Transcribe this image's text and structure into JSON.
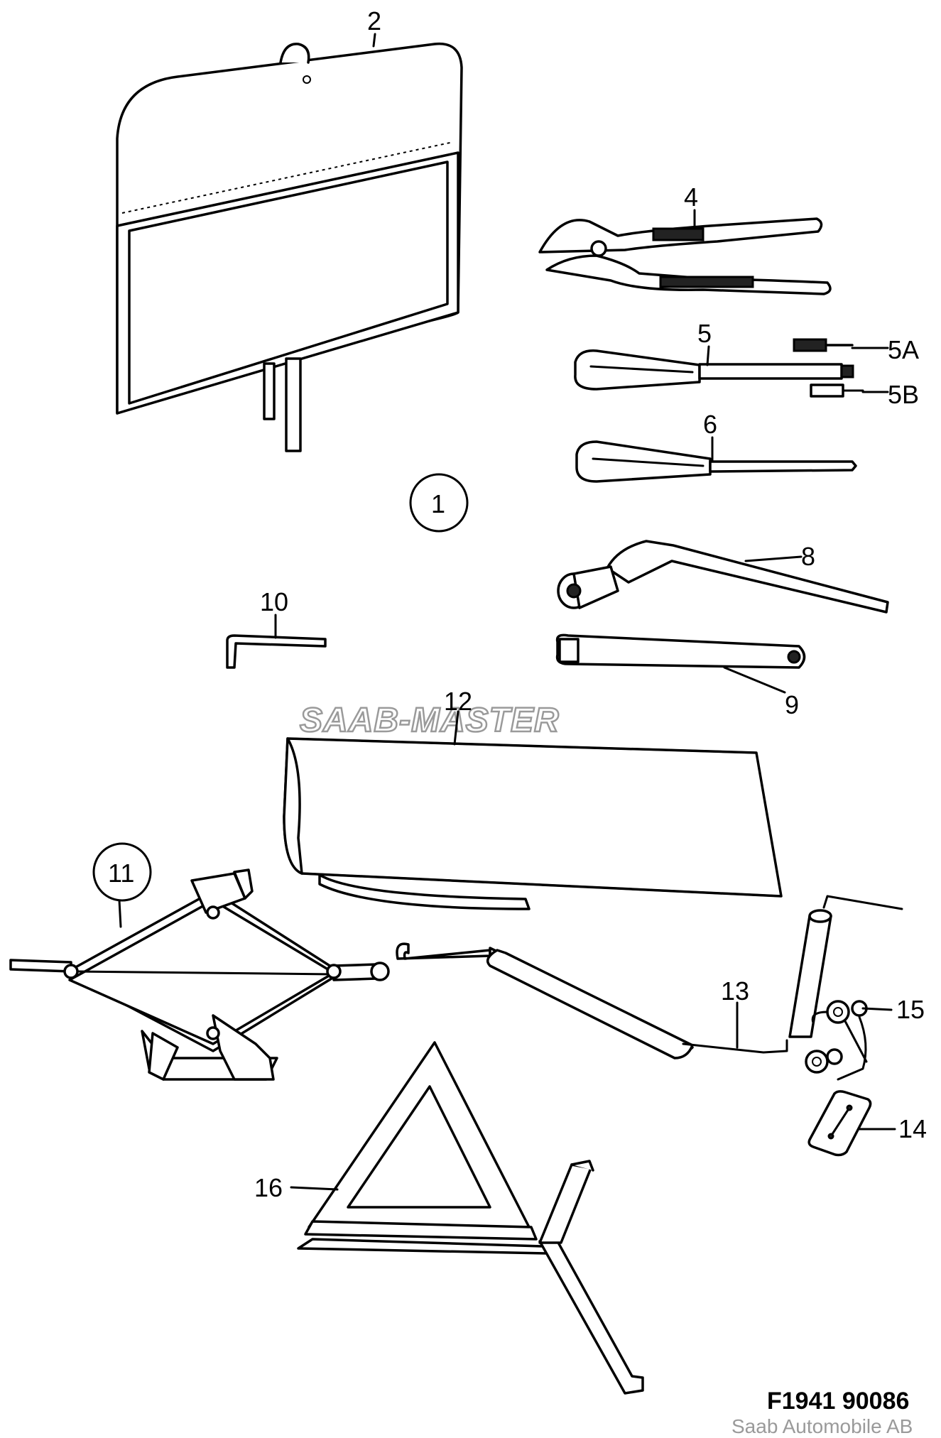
{
  "labels": {
    "l1": "1",
    "l2": "2",
    "l4": "4",
    "l5": "5",
    "l5a": "5A",
    "l5b": "5B",
    "l6": "6",
    "l8": "8",
    "l9": "9",
    "l10": "10",
    "l11": "11",
    "l12": "12",
    "l13": "13",
    "l14": "14",
    "l15": "15",
    "l16": "16"
  },
  "watermark": "SAAB-MASTER",
  "figure_code": "F1941  90086",
  "copyright": "Saab Automobile AB"
}
